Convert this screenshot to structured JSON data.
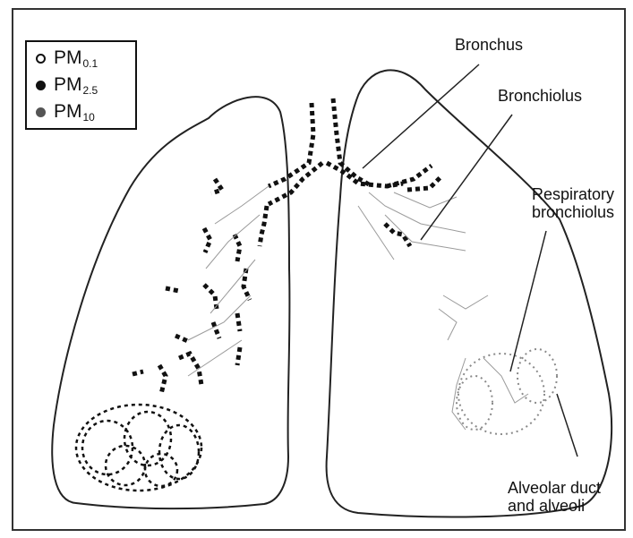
{
  "legend": {
    "items": [
      {
        "prefix": "PM",
        "sub": "0.1",
        "symbol": "hollow-dot-icon"
      },
      {
        "prefix": "PM",
        "sub": "2.5",
        "symbol": "solid-dot-icon"
      },
      {
        "prefix": "PM",
        "sub": "10",
        "symbol": "grey-dot-icon"
      }
    ]
  },
  "labels": {
    "bronchus": "Bronchus",
    "bronchiolus": "Bronchiolus",
    "respiratory_1": "Respiratory",
    "respiratory_2": "bronchiolus",
    "alveolar_1": "Alveolar duct",
    "alveolar_2": "and alveoli"
  },
  "colors": {
    "ink": "#111111",
    "frame": "#333333",
    "light_ink": "#9a9a9a"
  }
}
